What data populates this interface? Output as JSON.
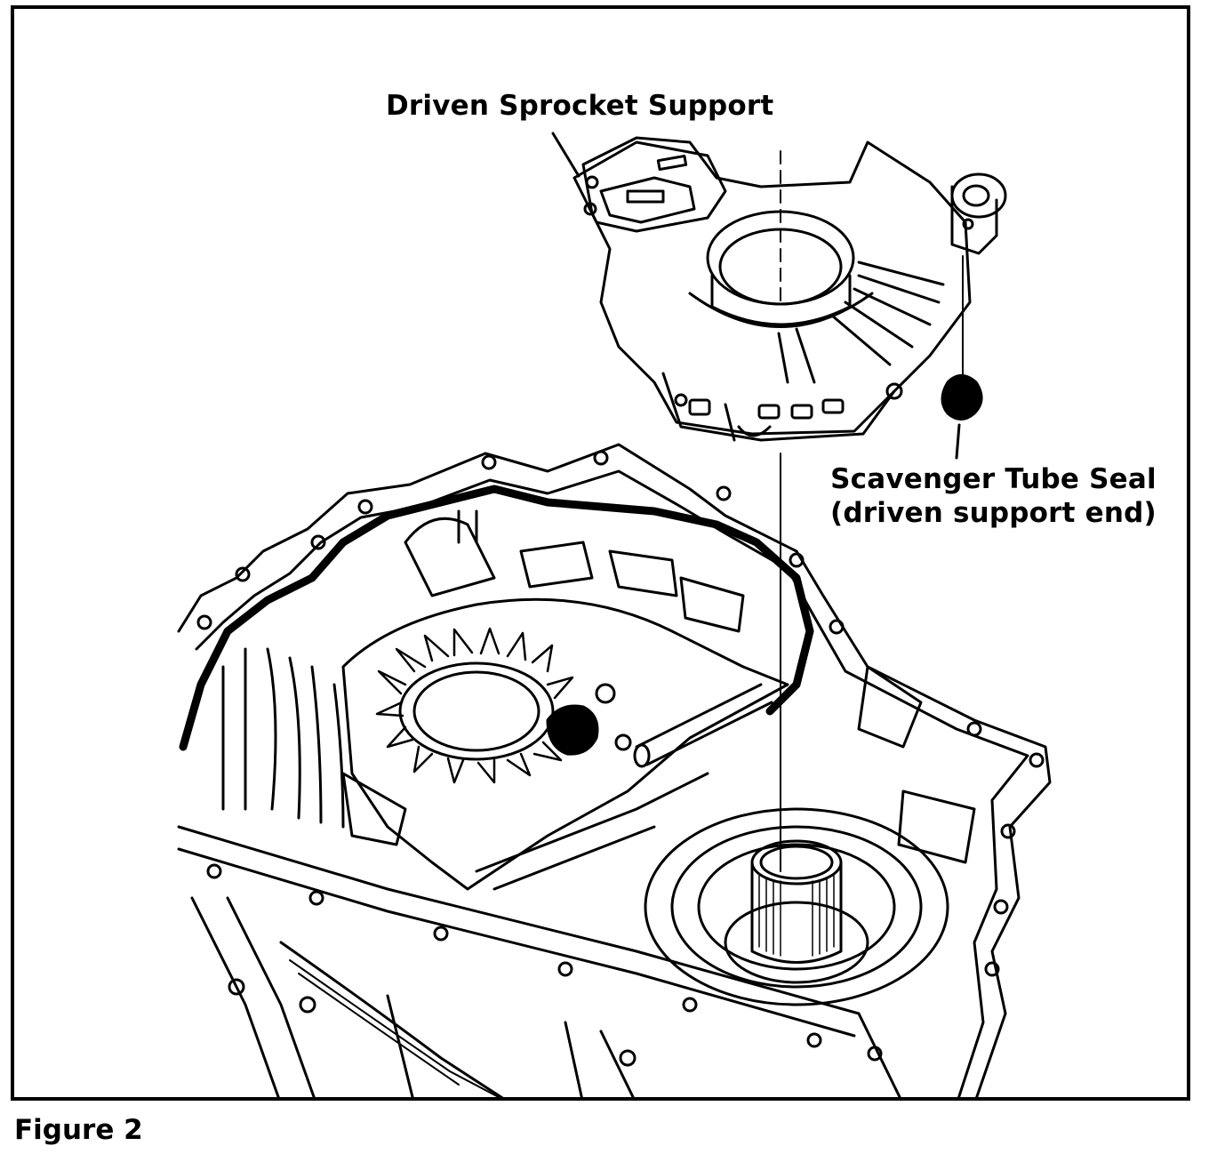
{
  "callouts": {
    "driven_sprocket_support": "Driven Sprocket Support",
    "scavenger_tube_seal_line1": "Scavenger Tube Seal",
    "scavenger_tube_seal_line2": "(driven support end)"
  },
  "caption": "Figure 2",
  "colors": {
    "ink": "#000000",
    "paper": "#ffffff"
  }
}
